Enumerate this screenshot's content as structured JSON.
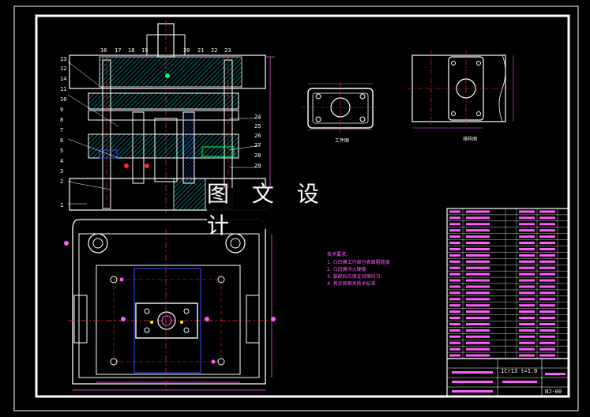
{
  "watermark": {
    "text": "图 文 设 计"
  },
  "section_view": {
    "left_labels": [
      "13",
      "12",
      "14",
      "11",
      "10",
      "9",
      "8",
      "7",
      "6",
      "5",
      "4",
      "3",
      "2",
      "1"
    ],
    "top_labels": [
      "16",
      "17",
      "18",
      "19",
      "20",
      "21",
      "22",
      "23"
    ],
    "right_labels": [
      "24",
      "25",
      "26",
      "27",
      "28",
      "29"
    ]
  },
  "workpiece_view": {
    "caption": "工件图"
  },
  "layout_view": {
    "caption": "排样图"
  },
  "tech_requirements": {
    "title": "技术要求：",
    "items": [
      "1. 凸凹模工作部分表面粗糙度",
      "2. 凸凹模淬火硬度",
      "3. 装配后应保证间隙均匀",
      "4. 其余按相关技术标准"
    ]
  },
  "title_block": {
    "scale_text": "1Cr13 t=1.0",
    "drawing_no": "NJ-00"
  },
  "colors": {
    "background": "#000000",
    "outline": "#ffffff",
    "center_line": "#ff2a2a",
    "dimension": "#ff5cff",
    "hatch": "#00ffff",
    "hidden": "#3b4bff",
    "highlight": "#ffff00",
    "accent": "#00ff66"
  }
}
